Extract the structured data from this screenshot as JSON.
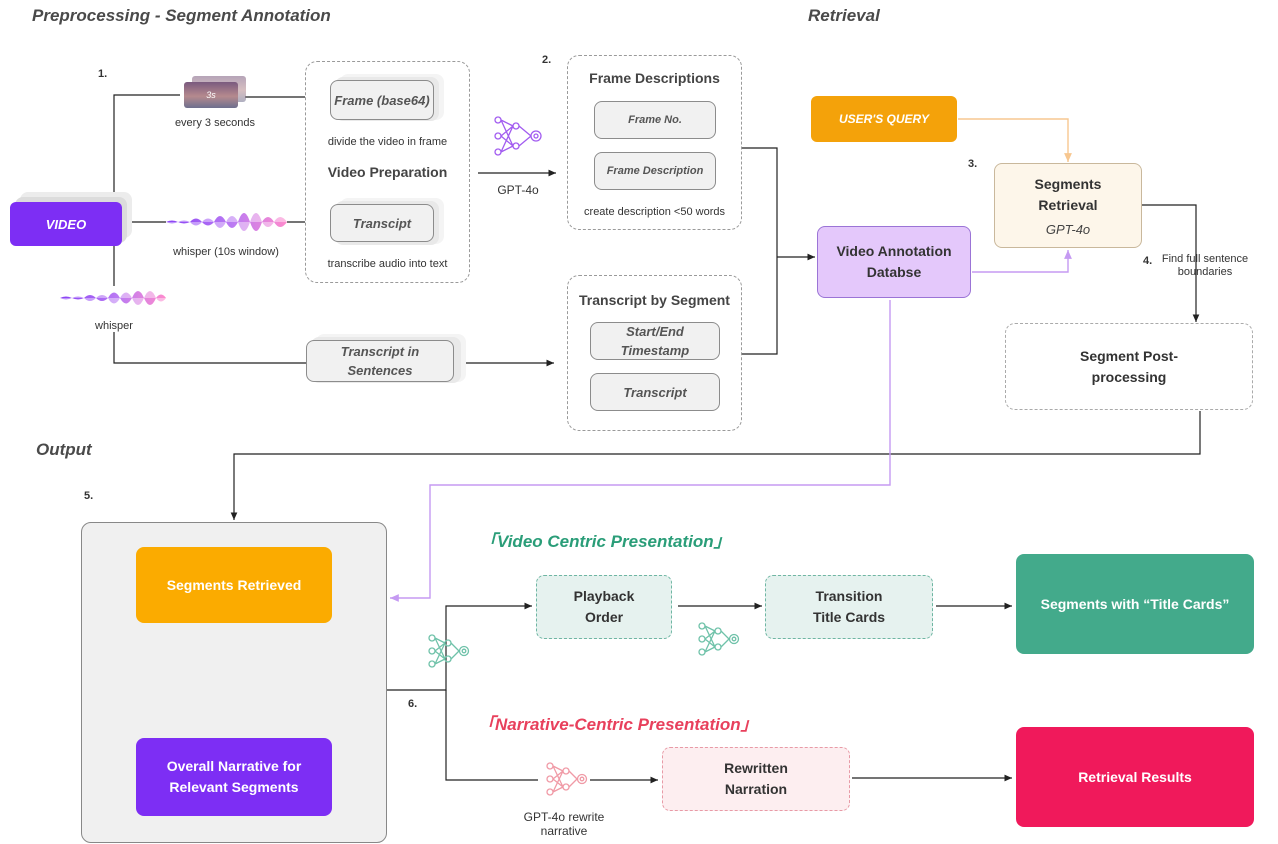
{
  "sections": {
    "preprocessing": "Preprocessing - Segment Annotation",
    "retrieval": "Retrieval",
    "output": "Output"
  },
  "steps": {
    "s1": "1.",
    "s2": "2.",
    "s3": "3.",
    "s4": "4.",
    "s5": "5.",
    "s6": "6."
  },
  "video": {
    "label": "VIDEO"
  },
  "thumb": {
    "label": "3s",
    "caption": "every 3 seconds"
  },
  "whisper_window": {
    "caption": "whisper (10s window)"
  },
  "whisper": {
    "caption": "whisper"
  },
  "video_prep": {
    "frame_card": "Frame (base64)",
    "frame_caption": "divide the video in frame",
    "title": "Video Preparation",
    "transcript_card": "Transcipt",
    "transcript_caption": "transcribe audio into text"
  },
  "sentences_card": "Transcript in Sentences",
  "gpt4o_caption": "GPT-4o",
  "frame_desc": {
    "title": "Frame Descriptions",
    "item1": "Frame No.",
    "item2": "Frame Description",
    "caption": "create description <50 words"
  },
  "transcript_segment": {
    "title": "Transcript by Segment",
    "item1": "Start/End Timestamp",
    "item2": "Transcript"
  },
  "retrieval_section": {
    "query": "USER'S QUERY",
    "database": "Video Annotation Databse",
    "seg_retrieval_title": "Segments Retrieval",
    "seg_retrieval_model": "GPT-4o",
    "boundaries": "Find full sentence boundaries",
    "post_processing": "Segment Post-processing"
  },
  "output_section": {
    "segments_retrieved": "Segments Retrieved",
    "overall_narrative": "Overall Narrative for Relevant Segments",
    "video_centric_header": "「Video Centric Presentation」",
    "playback_order": "Playback Order",
    "transition_cards": "Transition Title Cards",
    "segments_title_cards": "Segments with “Title Cards”",
    "narrative_centric_header": "「Narrative-Centric Presentation」",
    "gpt_rewrite": "GPT-4o rewrite narrative",
    "rewritten_narration": "Rewritten Narration",
    "retrieval_results": "Retrieval Results"
  },
  "colors": {
    "purple": "#7d2ef4",
    "orange": "#fbab00",
    "query_orange": "#f4a20a",
    "teal": "#43aa8b",
    "red": "#f0195b",
    "lavender": "#e4c8fb",
    "connector": "#222222",
    "connector_purple": "#c59af2",
    "connector_orange": "#f7c790"
  },
  "icons": [
    "neural-network-icon",
    "waveform-icon",
    "video-frame-thumbnail"
  ]
}
